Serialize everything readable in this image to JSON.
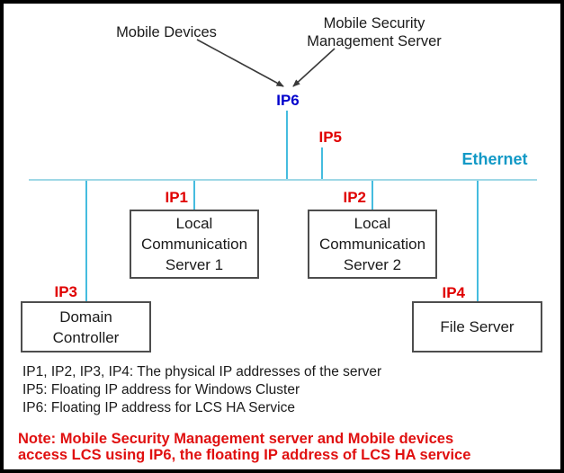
{
  "diagram": {
    "labels": {
      "mobile_devices": "Mobile Devices",
      "msms_line1": "Mobile Security",
      "msms_line2": "Management Server",
      "ethernet": "Ethernet"
    },
    "ip_labels": {
      "ip1": "IP1",
      "ip2": "IP2",
      "ip3": "IP3",
      "ip4": "IP4",
      "ip5": "IP5",
      "ip6": "IP6"
    },
    "nodes": {
      "lcs1": {
        "line1": "Local",
        "line2": "Communication",
        "line3": "Server 1"
      },
      "lcs2": {
        "line1": "Local",
        "line2": "Communication",
        "line3": "Server 2"
      },
      "domain_controller": {
        "line1": "Domain",
        "line2": "Controller"
      },
      "file_server": {
        "label": "File Server"
      }
    },
    "legend": {
      "line1": "IP1, IP2, IP3, IP4: The physical IP addresses of the server",
      "line2": "IP5: Floating IP address for Windows Cluster",
      "line3": "IP6: Floating IP address for LCS HA Service"
    },
    "note": {
      "line1": "Note: Mobile Security Management server and Mobile devices",
      "line2": "access LCS using IP6, the floating IP address of LCS HA service"
    },
    "colors": {
      "ip_red": "#E00000",
      "ip6_blue": "#0000CC",
      "note_red": "#E01010",
      "ethernet_text": "#1299C6",
      "ethernet_line": "#9FD8E6",
      "drop_line": "#45BCDF",
      "box_border": "#4D4D4D",
      "arrow": "#3A3A3A"
    }
  }
}
